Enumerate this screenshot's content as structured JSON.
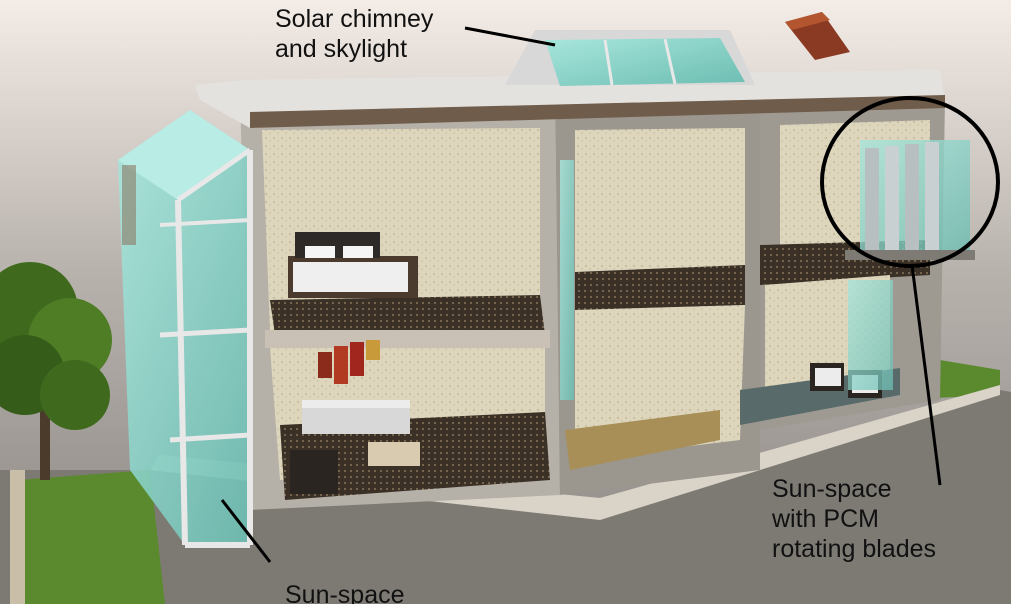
{
  "labels": {
    "solar_chimney": "Solar chimney\nand skylight",
    "sun_space_pcm": "Sun-space\nwith PCM\nrotating blades",
    "sun_space": "Sun-space"
  },
  "colors": {
    "background": "#8c8880",
    "wall_pattern": "#ddd6bd",
    "glass": "#8fd6cc",
    "frame": "#e8e8e8",
    "floor_pattern": "#3a3026",
    "tree": "#3f6a1e",
    "grass": "#5b8a2e",
    "callout_line": "#000000"
  }
}
